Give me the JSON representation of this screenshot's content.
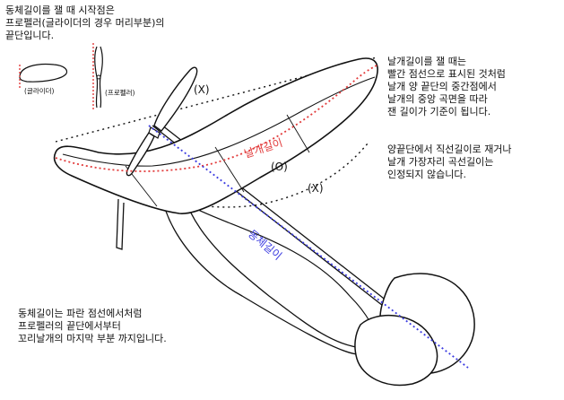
{
  "notes": {
    "top_left": "동체길이를 잴 때 시작점은\n프로펠러(글라이더의 경우 머리부분)의\n끝단입니다.",
    "top_right": "날개길이를 잴 때는\n빨간 점선으로 표시된 것처럼\n날개 양 끝단의 중간점에서\n날개의 중앙 곡면을 따라\n잰 길이가 기준이 됩니다.",
    "mid_right": "양끝단에서 직선길이로 재거나\n날개 가장자리 곡선길이는\n인정되지 않습니다.",
    "bottom_left": "동체길이는 파란 점선에서처럼\n프로펠러의 끝단에서부터\n꼬리날개의 마지막 부분 까지입니다."
  },
  "inset": {
    "glider_label": "(글라이더)",
    "propeller_label": "(프로펠러)"
  },
  "labels": {
    "wing_length": "날개길이",
    "body_length": "동체길이",
    "ok_mark": "(O)",
    "x_mark_top": "(X)",
    "x_mark_edge": "(X)"
  },
  "colors": {
    "red": "#e23b3b",
    "blue": "#3b3be0"
  }
}
